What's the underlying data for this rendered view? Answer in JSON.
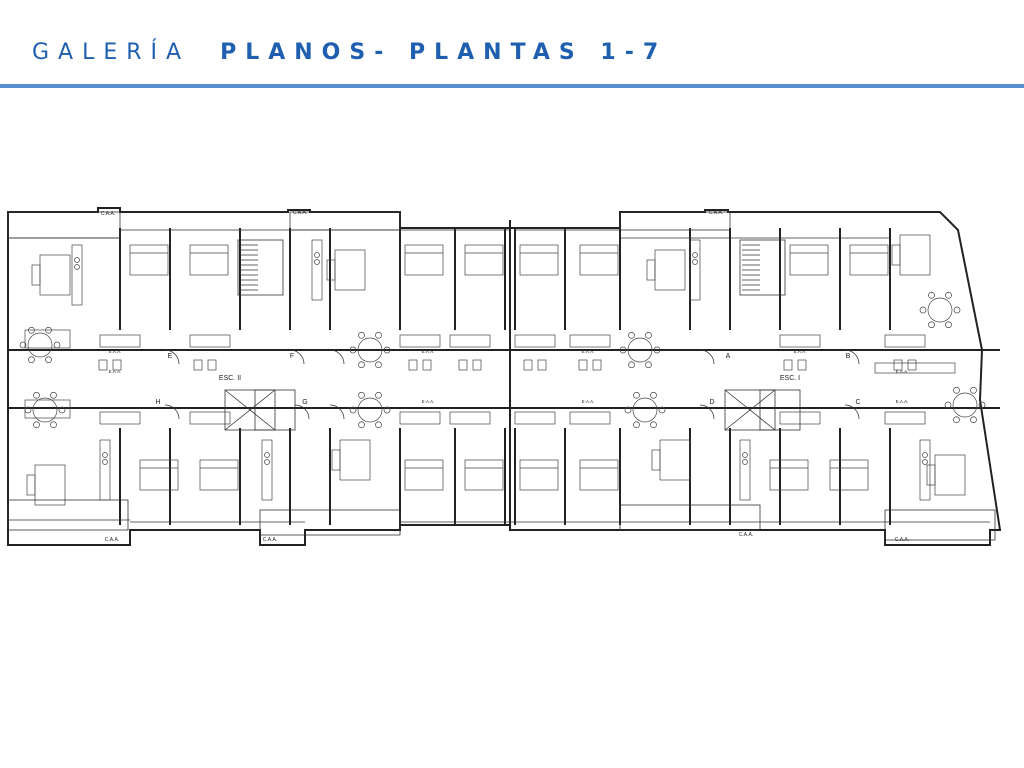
{
  "header": {
    "title_light": "GALERÍA",
    "title_bold": "PLANOS- PLANTAS 1-7"
  },
  "colors": {
    "accent": "#1f5fb0",
    "rule": "#5a8fd0",
    "ink": "#222222"
  },
  "plan": {
    "stair_labels": [
      "ESC. II",
      "ESC. I"
    ],
    "unit_letters": [
      "E",
      "F",
      "H",
      "G",
      "A",
      "B",
      "D",
      "C"
    ],
    "caa_label": "C.A.A.",
    "eaa_label": "E.A.A."
  }
}
